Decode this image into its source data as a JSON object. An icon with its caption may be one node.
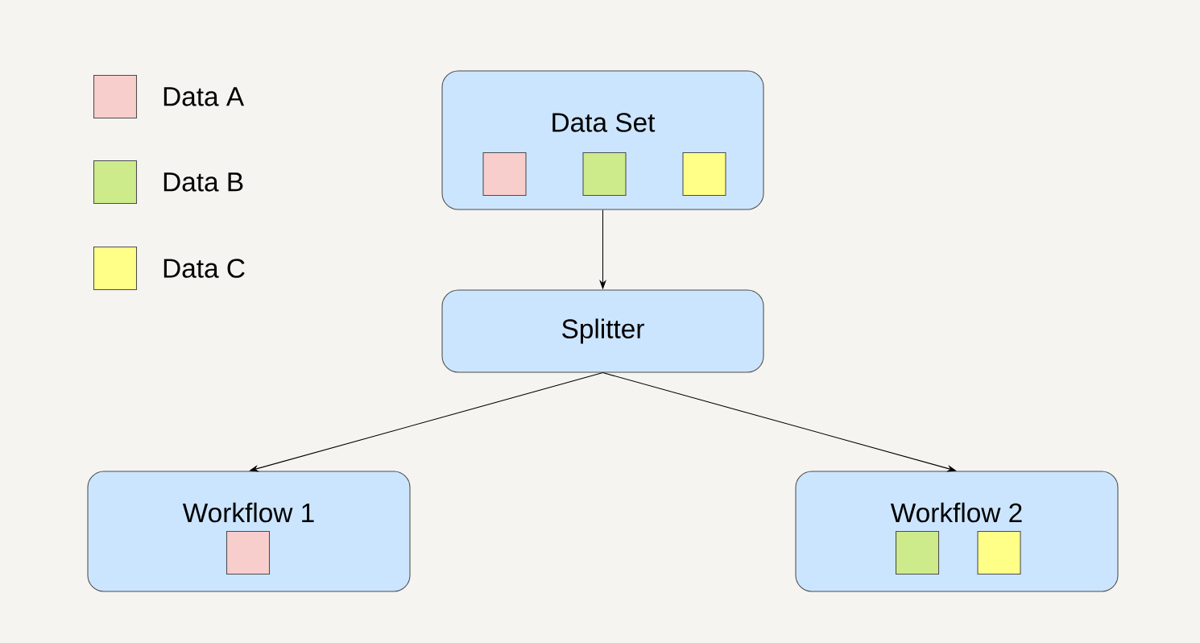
{
  "diagram": {
    "nodes": [
      {
        "text": [
          "Data Set"
        ]
      },
      {
        "text": [],
        "shape": "box",
        "in": 0
      },
      {
        "text": [],
        "shape": "box",
        "in": 0
      },
      {
        "text": [],
        "shape": "box",
        "in": 0
      },
      {
        "text": [
          "Splitter"
        ]
      },
      {
        "text": [
          "Workflow 1"
        ]
      },
      {
        "text": [],
        "shape": "box",
        "in": 5
      },
      {
        "text": [
          "Workflow 2"
        ]
      },
      {
        "text": [],
        "shape": "box",
        "in": 7
      },
      {
        "text": [],
        "shape": "box",
        "in": 7
      }
    ],
    "edges": [
      {
        "from": 0,
        "to": 4,
        "arrow": "to"
      },
      {
        "from": 4,
        "to": 5,
        "arrow": "to"
      },
      {
        "from": 4,
        "to": 7,
        "arrow": "to"
      }
    ],
    "legend": [
      {
        "text": "Data A",
        "color": "#f8cecc"
      },
      {
        "text": "Data B",
        "color": "#cdeb8b"
      },
      {
        "text": "Data C",
        "color": "#ffff88"
      }
    ]
  }
}
